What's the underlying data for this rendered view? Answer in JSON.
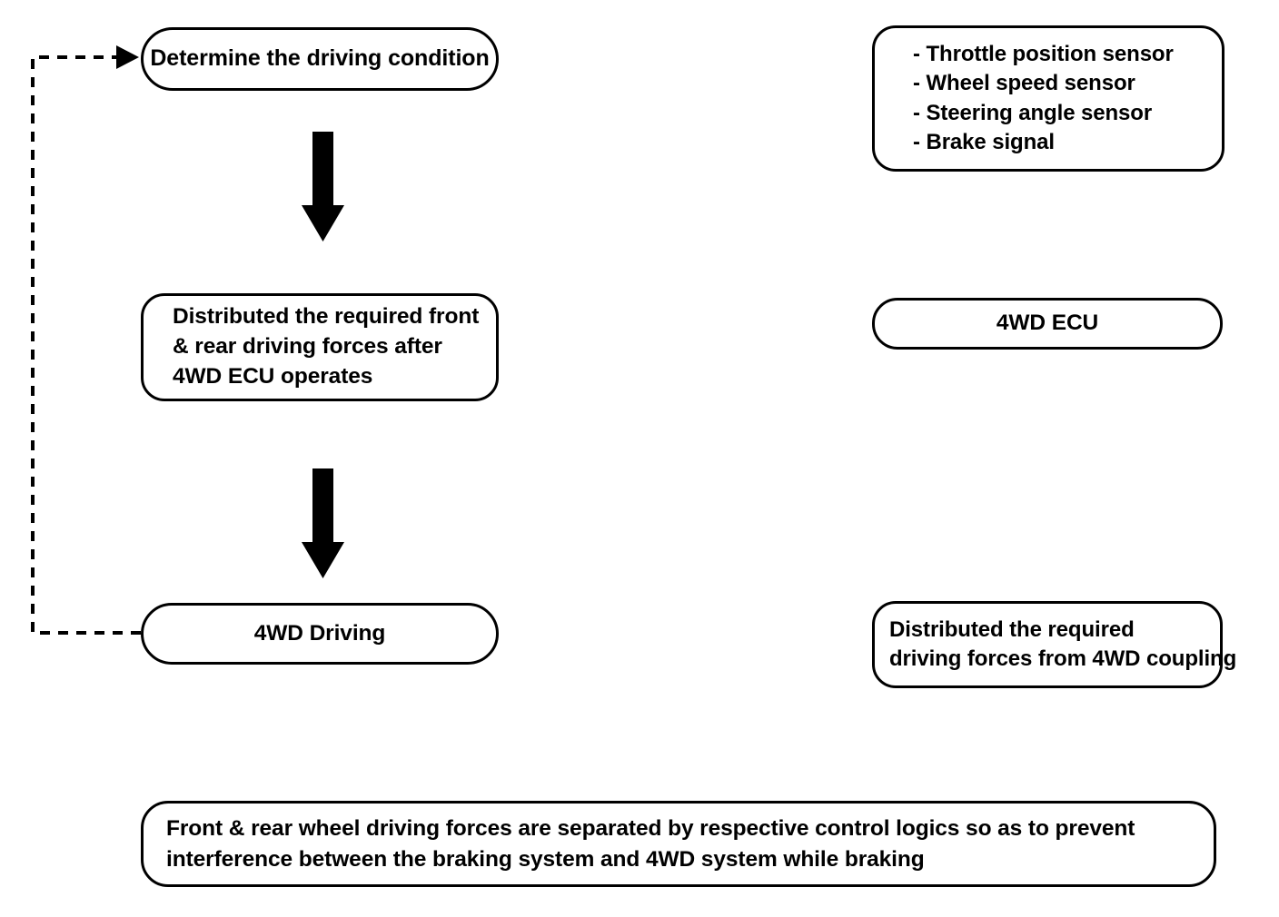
{
  "diagram": {
    "title": "4WD control flow diagram",
    "background_color": "#ffffff",
    "stroke_color": "#000000",
    "nodes": {
      "determine": {
        "label": "Determine the driving condition"
      },
      "distribute_front_rear": {
        "line1": "Distributed the required front",
        "line2": "& rear driving forces after",
        "line3": "4WD ECU operates"
      },
      "driving": {
        "label": "4WD Driving"
      },
      "sensors": {
        "item1": "- Throttle position sensor",
        "item2": "- Wheel speed sensor",
        "item3": "- Steering angle sensor",
        "item4": "- Brake signal"
      },
      "ecu": {
        "label": "4WD ECU"
      },
      "coupling": {
        "line1": "Distributed the required",
        "line2": "driving forces from 4WD coupling"
      },
      "summary": {
        "line1": "Front & rear wheel driving forces are separated by respective control logics so as to prevent",
        "line2": "interference between the braking system and 4WD system while braking"
      }
    },
    "connectors": {
      "arrow_determine_to_distribute": "block-arrow-down",
      "arrow_distribute_to_driving": "block-arrow-down",
      "feedback_loop": "dashed-feedback-arrow-up-left"
    }
  }
}
